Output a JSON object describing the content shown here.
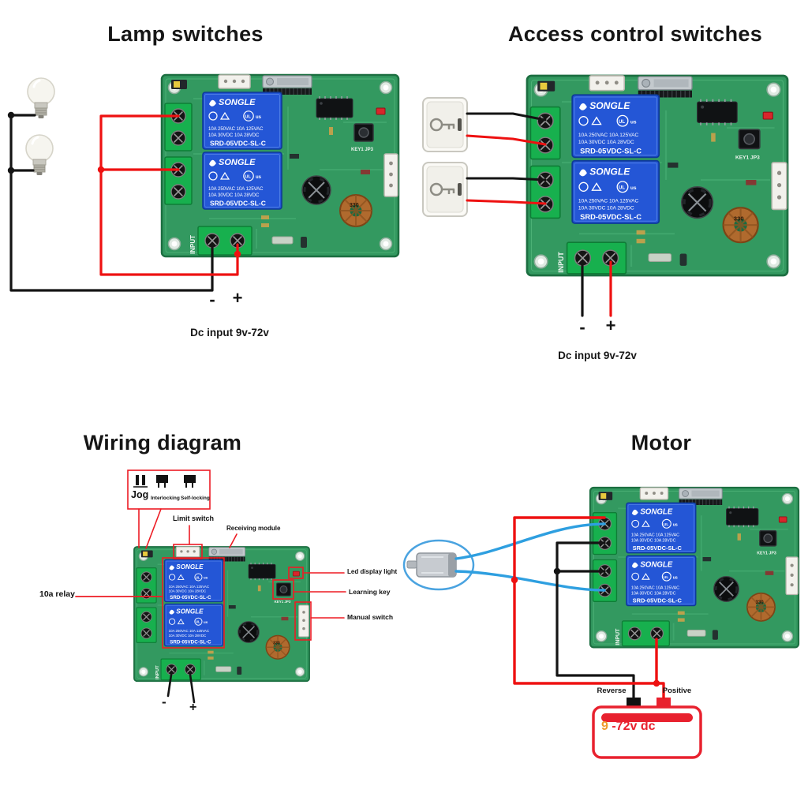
{
  "colors": {
    "wire_red": "#ee1111",
    "wire_black": "#141414",
    "wire_blue": "#2e9fe0",
    "annotation_red": "#ed1c24",
    "board_green": "#339960",
    "terminal_green": "#17b04e",
    "relay_blue": "#2456d6",
    "battery_red": "#e8212e",
    "battery_orange": "#f09a2a"
  },
  "pcb": {
    "relay_brand": "SONGLE",
    "relay_model": "SRD-05VDC-SL-C",
    "relay_ratings_line1": "10A 250VAC 10A 125VAC",
    "relay_ratings_line2": "10A 30VDC  10A 28VDC",
    "input_label": "INPUT",
    "key_label": "KEY1 JP3",
    "inductor_label": "330",
    "ul_label": "UL",
    "ul_suffix": "us"
  },
  "panels": {
    "lamp": {
      "title": "Lamp switches",
      "minus": "-",
      "plus": "+",
      "dc_label": "Dc input 9v-72v"
    },
    "access": {
      "title": "Access control switches",
      "minus": "-",
      "plus": "+",
      "dc_label": "Dc input 9v-72v"
    },
    "wiring": {
      "title": "Wiring diagram",
      "jog": "Jog",
      "interlocking": "Interlocking",
      "self_locking": "Self-locking",
      "limit_switch": "Limit switch",
      "receiving_module": "Receiving module",
      "relay_label": "10a relay",
      "led_label": "Led display light",
      "learning_key": "Learning key",
      "manual_switch": "Manual switch",
      "minus": "-",
      "plus": "+"
    },
    "motor": {
      "title": "Motor",
      "reverse": "Reverse",
      "positive": "Positive",
      "battery_prefix": "9",
      "battery_suffix": " -72v dc"
    }
  }
}
